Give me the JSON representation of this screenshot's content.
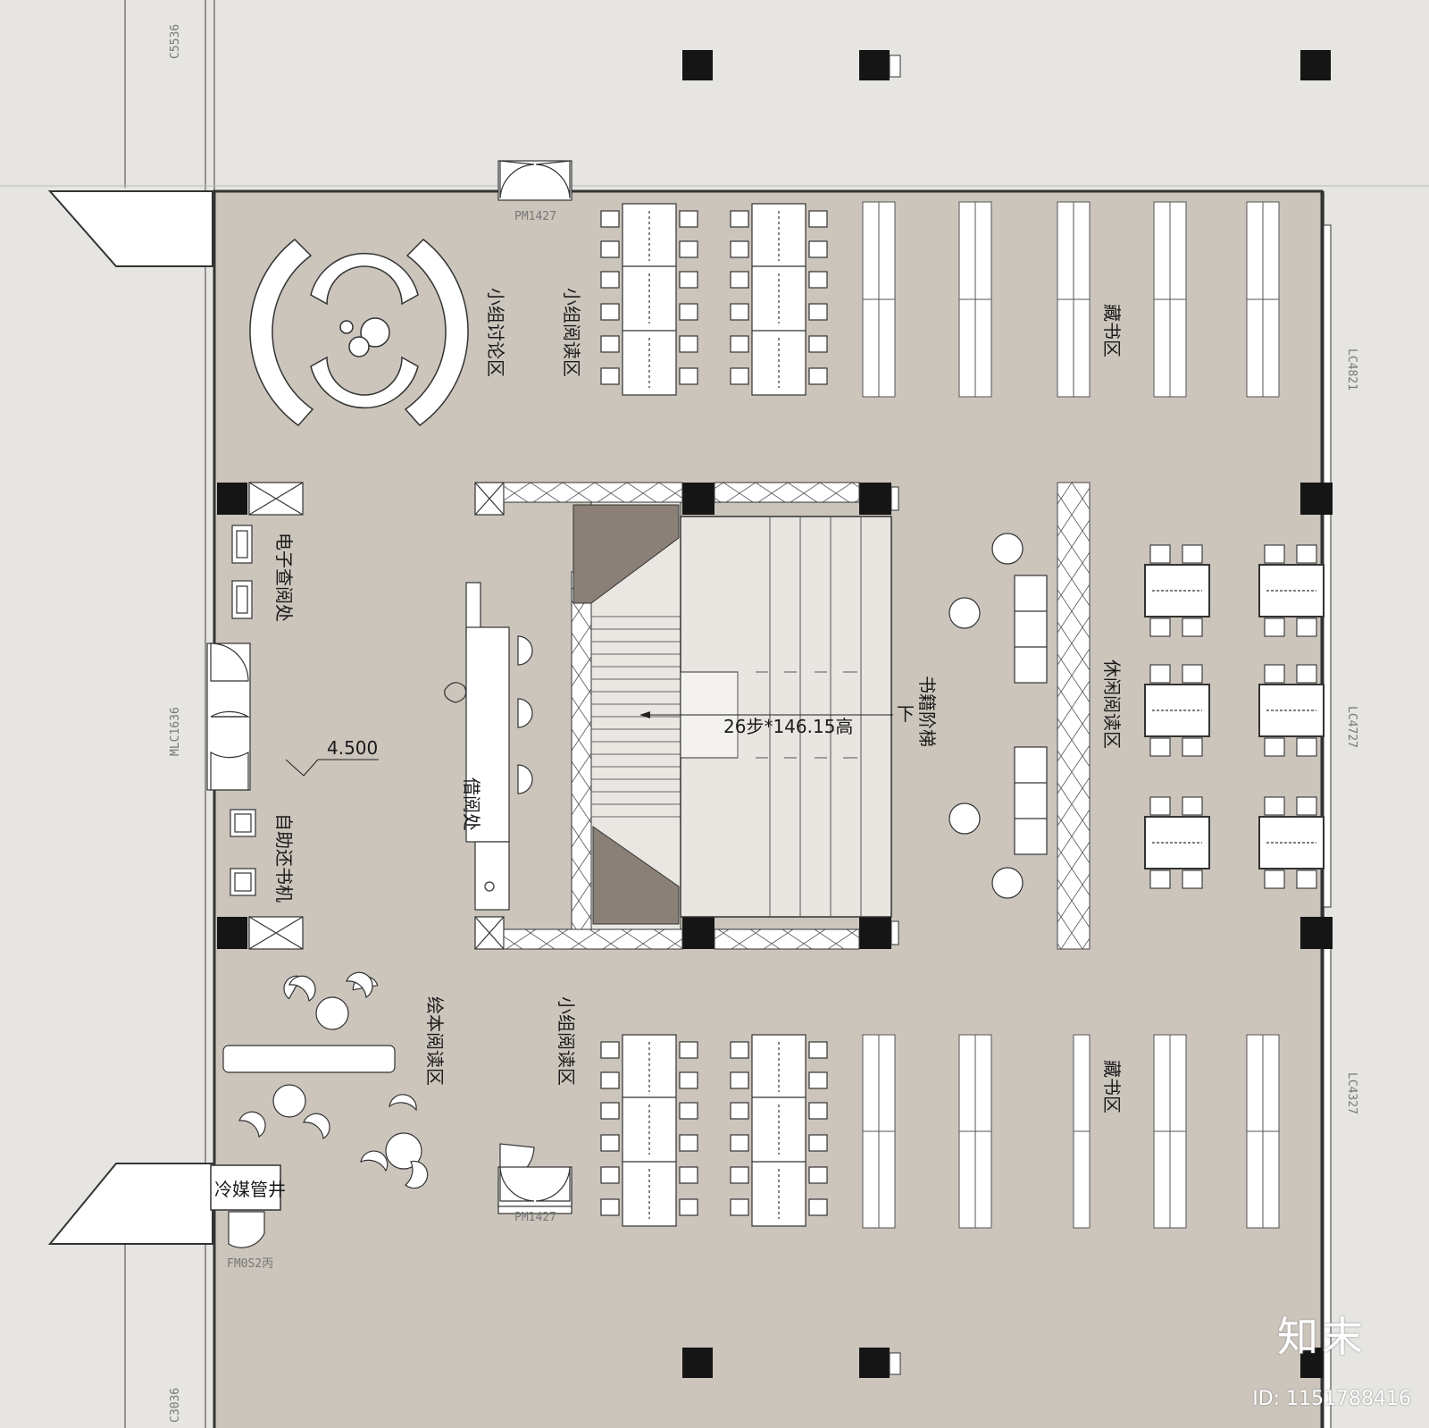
{
  "zones": {
    "group_discussion": "小组讨论区",
    "group_reading_top": "小组阅读区",
    "group_reading_bottom": "小组阅读区",
    "stacks_top": "藏书区",
    "stacks_bottom": "藏书区",
    "e_reading": "电子查阅处",
    "self_return": "自助还书机",
    "circulation": "借阅处",
    "book_stairs": "书籍阶梯",
    "leisure_reading": "休闲阅读区",
    "picture_book": "绘本阅读区",
    "refrigerant_shaft": "冷媒管井"
  },
  "annotations": {
    "elevation": "4.500",
    "stair_spec": "26步*146.15高",
    "down_mark": "下"
  },
  "door_tags": {
    "top_door": "PM1427",
    "bottom_door": "PM1427",
    "left_door": "MLC1636",
    "fire_door": "FM0S2丙",
    "win_top_left": "C5536",
    "win_bottom_left": "C3036",
    "win_right_1": "LC4821",
    "win_right_2": "LC4727",
    "win_right_3": "LC4327"
  },
  "watermark": {
    "brand": "知末",
    "id_text": "ID: 1151788416"
  },
  "colors": {
    "floor": "#cbc5bc",
    "outside": "#e6e5e2",
    "column": "#151515",
    "dark_panel": "#8a8077"
  }
}
